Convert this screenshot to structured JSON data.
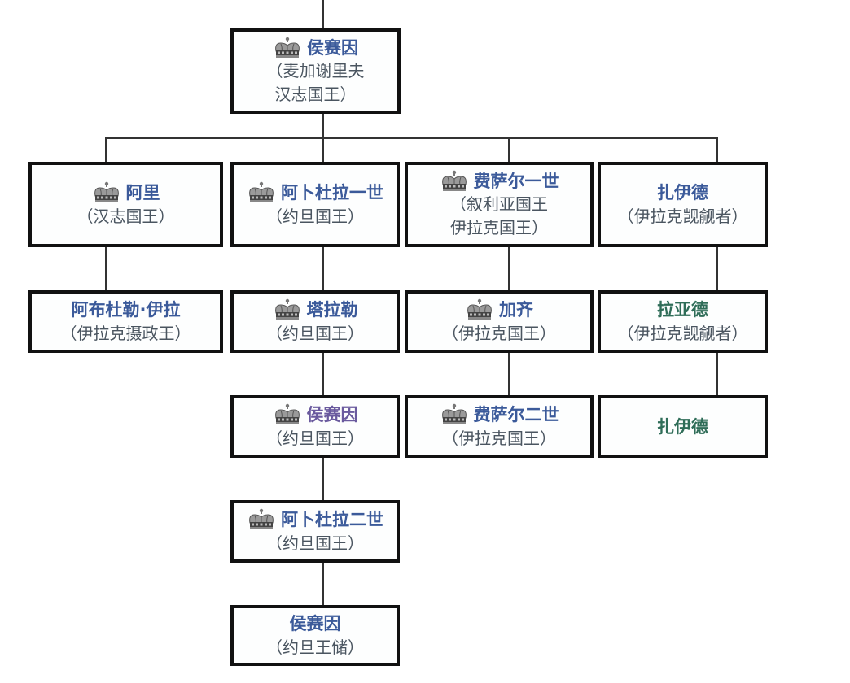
{
  "diagram": {
    "type": "family-tree",
    "root": {
      "id": "hussein-hejaz",
      "name": "侯赛因",
      "title": "（麦加谢里夫\n汉志国王）",
      "crown": true,
      "name_color": "#3b5a9a"
    },
    "nodes": [
      {
        "id": "ali",
        "name": "阿里",
        "title": "（汉志国王）",
        "crown": true,
        "name_color": "#3b5a9a"
      },
      {
        "id": "abdullah-i",
        "name": "阿卜杜拉一世",
        "title": "（约旦国王）",
        "crown": true,
        "name_color": "#3b5a9a"
      },
      {
        "id": "faisal-i",
        "name": "费萨尔一世",
        "title": "（叙利亚国王\n伊拉克国王）",
        "crown": true,
        "name_color": "#3b5a9a"
      },
      {
        "id": "zeid",
        "name": "扎伊德",
        "title": "（伊拉克觊觎者）",
        "crown": false,
        "name_color": "#3b5a9a"
      },
      {
        "id": "abd-al-ilah",
        "name": "阿布杜勒·伊拉",
        "title": "（伊拉克摄政王）",
        "crown": false,
        "name_color": "#3b5a9a"
      },
      {
        "id": "talal",
        "name": "塔拉勒",
        "title": "（约旦国王）",
        "crown": true,
        "name_color": "#3b5a9a"
      },
      {
        "id": "ghazi",
        "name": "加齐",
        "title": "（伊拉克国王）",
        "crown": true,
        "name_color": "#3b5a9a"
      },
      {
        "id": "raad",
        "name": "拉亚德",
        "title": "（伊拉克觊觎者）",
        "crown": false,
        "name_color": "#2f6d58"
      },
      {
        "id": "hussein-jordan",
        "name": "侯赛因",
        "title": "（约旦国王）",
        "crown": true,
        "name_color": "#6a5a9e"
      },
      {
        "id": "faisal-ii",
        "name": "费萨尔二世",
        "title": "（伊拉克国王）",
        "crown": true,
        "name_color": "#3b5a9a"
      },
      {
        "id": "zeid-2",
        "name": "扎伊德",
        "title": "",
        "crown": false,
        "name_color": "#2f6d58"
      },
      {
        "id": "abdullah-ii",
        "name": "阿卜杜拉二世",
        "title": "（约旦国王）",
        "crown": true,
        "name_color": "#3b5a9a"
      },
      {
        "id": "hussein-crown-prince",
        "name": "侯赛因",
        "title": "（约旦王储）",
        "crown": false,
        "name_color": "#3b5a9a"
      }
    ],
    "edges": [
      [
        "hussein-hejaz",
        "ali"
      ],
      [
        "hussein-hejaz",
        "abdullah-i"
      ],
      [
        "hussein-hejaz",
        "faisal-i"
      ],
      [
        "hussein-hejaz",
        "zeid"
      ],
      [
        "ali",
        "abd-al-ilah"
      ],
      [
        "abdullah-i",
        "talal"
      ],
      [
        "faisal-i",
        "ghazi"
      ],
      [
        "zeid",
        "raad"
      ],
      [
        "talal",
        "hussein-jordan"
      ],
      [
        "ghazi",
        "faisal-ii"
      ],
      [
        "raad",
        "zeid-2"
      ],
      [
        "hussein-jordan",
        "abdullah-ii"
      ],
      [
        "abdullah-ii",
        "hussein-crown-prince"
      ]
    ],
    "icons": {
      "crown": "crown-icon"
    }
  }
}
